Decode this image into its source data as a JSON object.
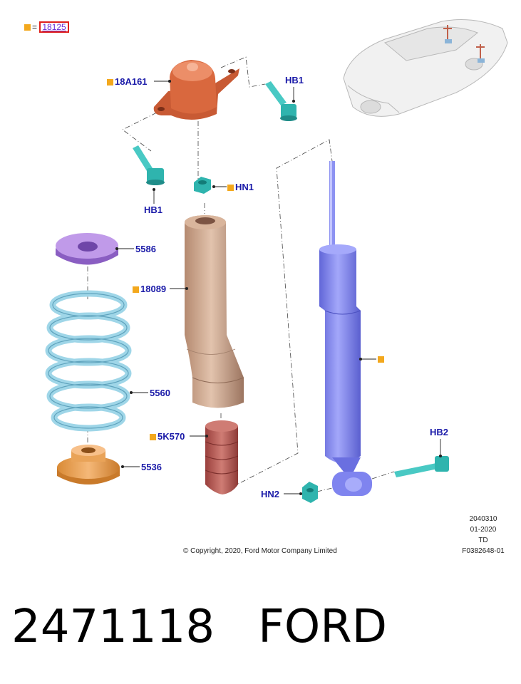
{
  "legend": {
    "equals": "=",
    "code": "18125"
  },
  "callouts": {
    "upper_mount": "18A161",
    "bolt_right": "HB1",
    "bolt_left": "HB1",
    "nut_top": "HN1",
    "upper_seat": "5586",
    "dust_boot": "18089",
    "coil_spring": "5560",
    "bump_stop": "5K570",
    "lower_seat": "5536",
    "bolt_lower": "HB2",
    "nut_lower": "HN2"
  },
  "footer": {
    "copyright": "© Copyright, 2020, Ford Motor Company Limited",
    "code1": "2040310",
    "code2": "01-2020",
    "code3": "TD",
    "code4": "F0382648-01"
  },
  "bottom_text": {
    "part_number": "2471118",
    "brand": "FORD"
  },
  "colors": {
    "label_blue": "#1a1aa8",
    "marker_orange": "#f3a81d",
    "mount_orange": "#d9683e",
    "bolt_cyan": "#3ecfc9",
    "seat_purple": "#b98ee6",
    "boot_tan": "#c9a187",
    "spring_blue": "#9fd6e8",
    "lower_seat_orange": "#e59a45",
    "bump_red": "#b75a55",
    "shock_blue": "#7f84ef"
  }
}
